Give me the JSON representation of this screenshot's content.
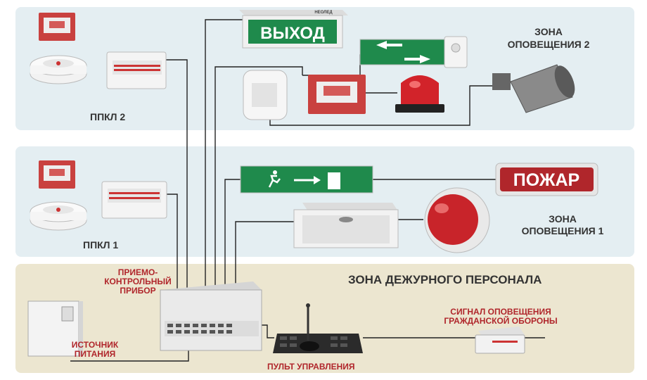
{
  "zones": {
    "ppkl2": {
      "label": "ППКЛ 2"
    },
    "ppkl1": {
      "label": "ППКЛ 1"
    },
    "alert_zone_2": {
      "line1": "ЗОНА",
      "line2": "ОПОВЕЩЕНИЯ 2"
    },
    "alert_zone_1": {
      "line1": "ЗОНА",
      "line2": "ОПОВЕЩЕНИЯ 1"
    },
    "duty_staff": {
      "label": "ЗОНА ДЕЖУРНОГО ПЕРСОНАЛА"
    }
  },
  "devices": {
    "exit_sign_text": "ВЫХОД",
    "exit_sign_brand": "НЕОЛЕД",
    "fire_sign_text": "ПОЖАР",
    "control_panel": {
      "line1": "ПРИЕМО-",
      "line2": "КОНТРОЛЬНЫЙ",
      "line3": "ПРИБОР"
    },
    "power_source": {
      "line1": "ИСТОЧНИК",
      "line2": "ПИТАНИЯ"
    },
    "console": {
      "label": "ПУЛЬТ УПРАВЛЕНИЯ"
    },
    "civil_defense": {
      "line1": "СИГНАЛ ОПОВЕЩЕНИЯ",
      "line2": "ГРАЖДАНСКОЙ ОБОРОНЫ"
    }
  },
  "colors": {
    "zone_blue": "#e4eef2",
    "zone_beige": "#ece6d0",
    "wire": "#222222",
    "label_red": "#b0262b",
    "sign_green": "#1f8a4c",
    "sign_red": "#b0262b"
  }
}
